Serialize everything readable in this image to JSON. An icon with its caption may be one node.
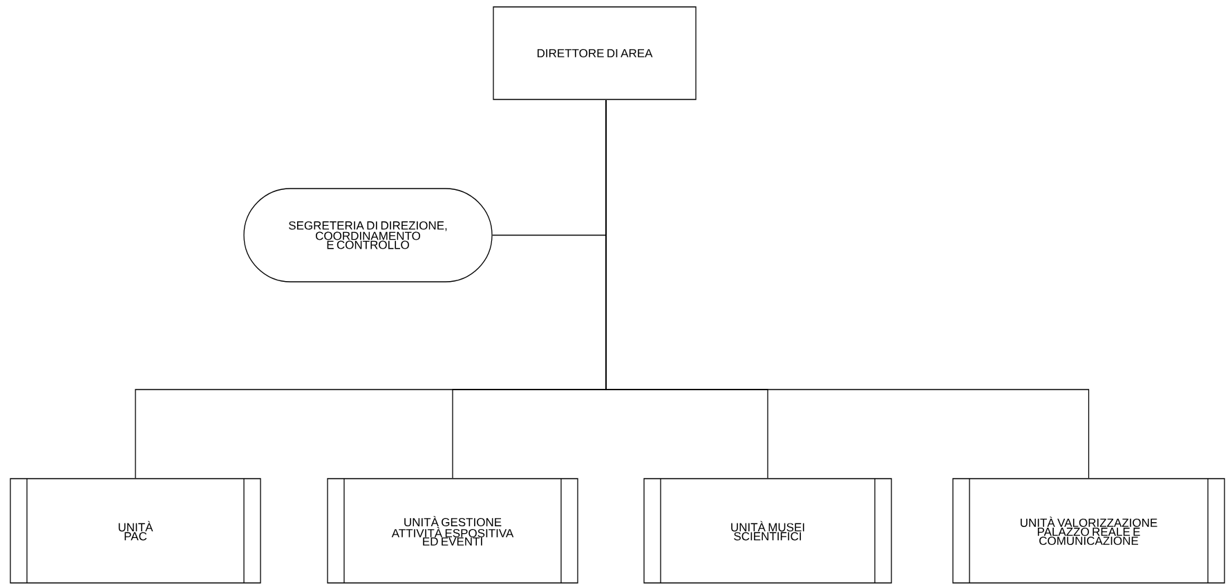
{
  "diagram": {
    "nodes": [
      {
        "text": [
          "DIRETTORE DI AREA"
        ]
      },
      {
        "text": [
          "SEGRETERIA DI DIREZIONE, COORDINAMENTO E CONTROLLO"
        ]
      },
      {
        "text": [
          "UNITÀ PAC"
        ]
      },
      {
        "text": [
          "UNITÀ GESTIONE ATTIVITÀ ESPOSITIVA ED EVENTI"
        ]
      },
      {
        "text": [
          "UNITÀ MUSEI SCIENTIFICI"
        ]
      },
      {
        "text": [
          "UNITÀ VALORIZZAZIONE PALAZZO REALE E COMUNICAZIONE"
        ]
      }
    ],
    "edges": [
      {
        "from": 0,
        "to": 1,
        "arrow": "none"
      },
      {
        "from": 0,
        "to": 2,
        "arrow": "none"
      },
      {
        "from": 0,
        "to": 3,
        "arrow": "none"
      },
      {
        "from": 0,
        "to": 4,
        "arrow": "none"
      },
      {
        "from": 0,
        "to": 5,
        "arrow": "none"
      }
    ]
  }
}
